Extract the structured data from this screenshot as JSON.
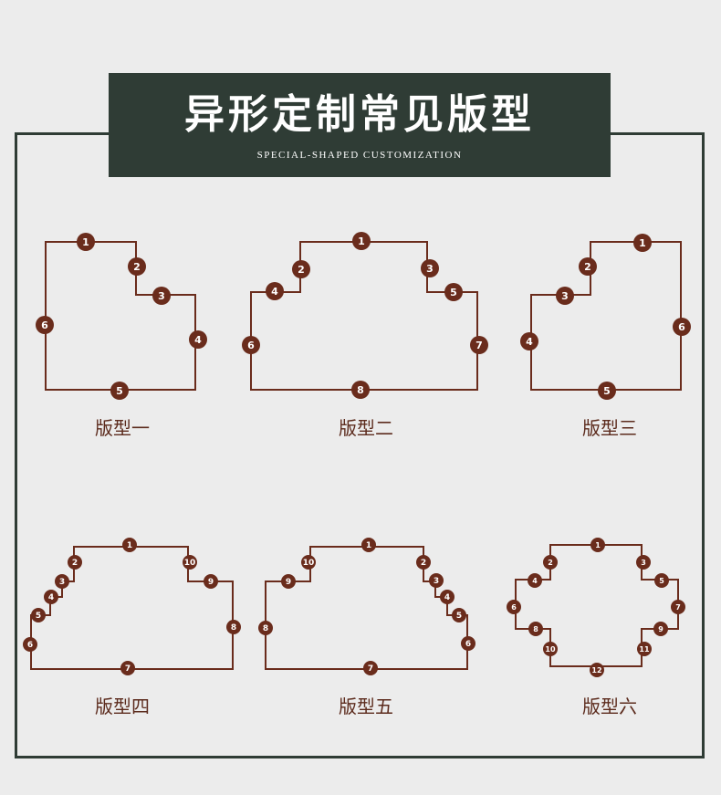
{
  "header": {
    "title": "异形定制常见版型",
    "subtitle": "SPECIAL-SHAPED CUSTOMIZATION"
  },
  "colors": {
    "line": "#6a2c1c",
    "marker": "#6a2c1c",
    "marker_text": "#ffffff",
    "banner_bg": "#2f3c35",
    "frame": "#2f3c35"
  },
  "shapes": [
    {
      "label": "版型一",
      "markers": [
        "1",
        "2",
        "3",
        "4",
        "5",
        "6"
      ]
    },
    {
      "label": "版型二",
      "markers": [
        "1",
        "2",
        "3",
        "4",
        "5",
        "6",
        "7",
        "8"
      ]
    },
    {
      "label": "版型三",
      "markers": [
        "1",
        "2",
        "3",
        "4",
        "5",
        "6"
      ]
    },
    {
      "label": "版型四",
      "markers": [
        "1",
        "2",
        "3",
        "4",
        "5",
        "6",
        "7",
        "8",
        "9",
        "10"
      ]
    },
    {
      "label": "版型五",
      "markers": [
        "1",
        "2",
        "3",
        "4",
        "5",
        "6",
        "7",
        "8",
        "9",
        "10"
      ]
    },
    {
      "label": "版型六",
      "markers": [
        "1",
        "2",
        "3",
        "4",
        "5",
        "6",
        "7",
        "8",
        "9",
        "10",
        "11",
        "12"
      ]
    }
  ]
}
